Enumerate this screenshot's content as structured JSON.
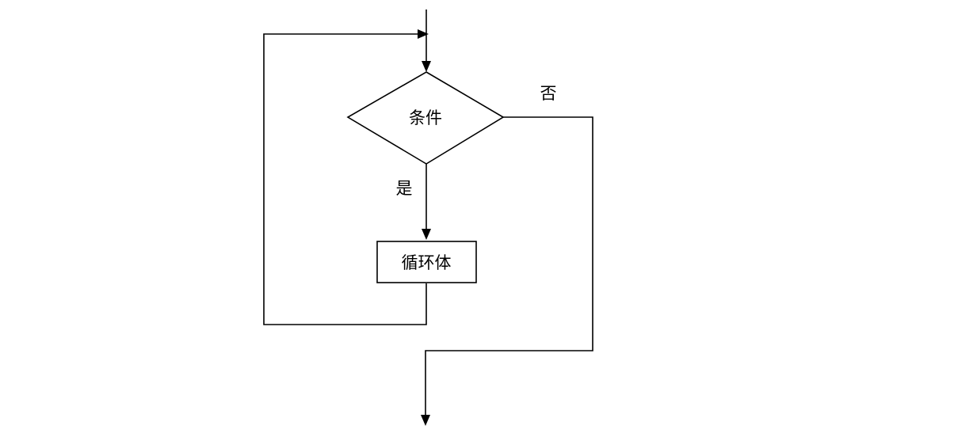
{
  "flowchart": {
    "condition_label": "条件",
    "loop_body_label": "循环体",
    "yes_label": "是",
    "no_label": "否"
  },
  "colors": {
    "stroke": "#000000",
    "background": "#ffffff"
  }
}
